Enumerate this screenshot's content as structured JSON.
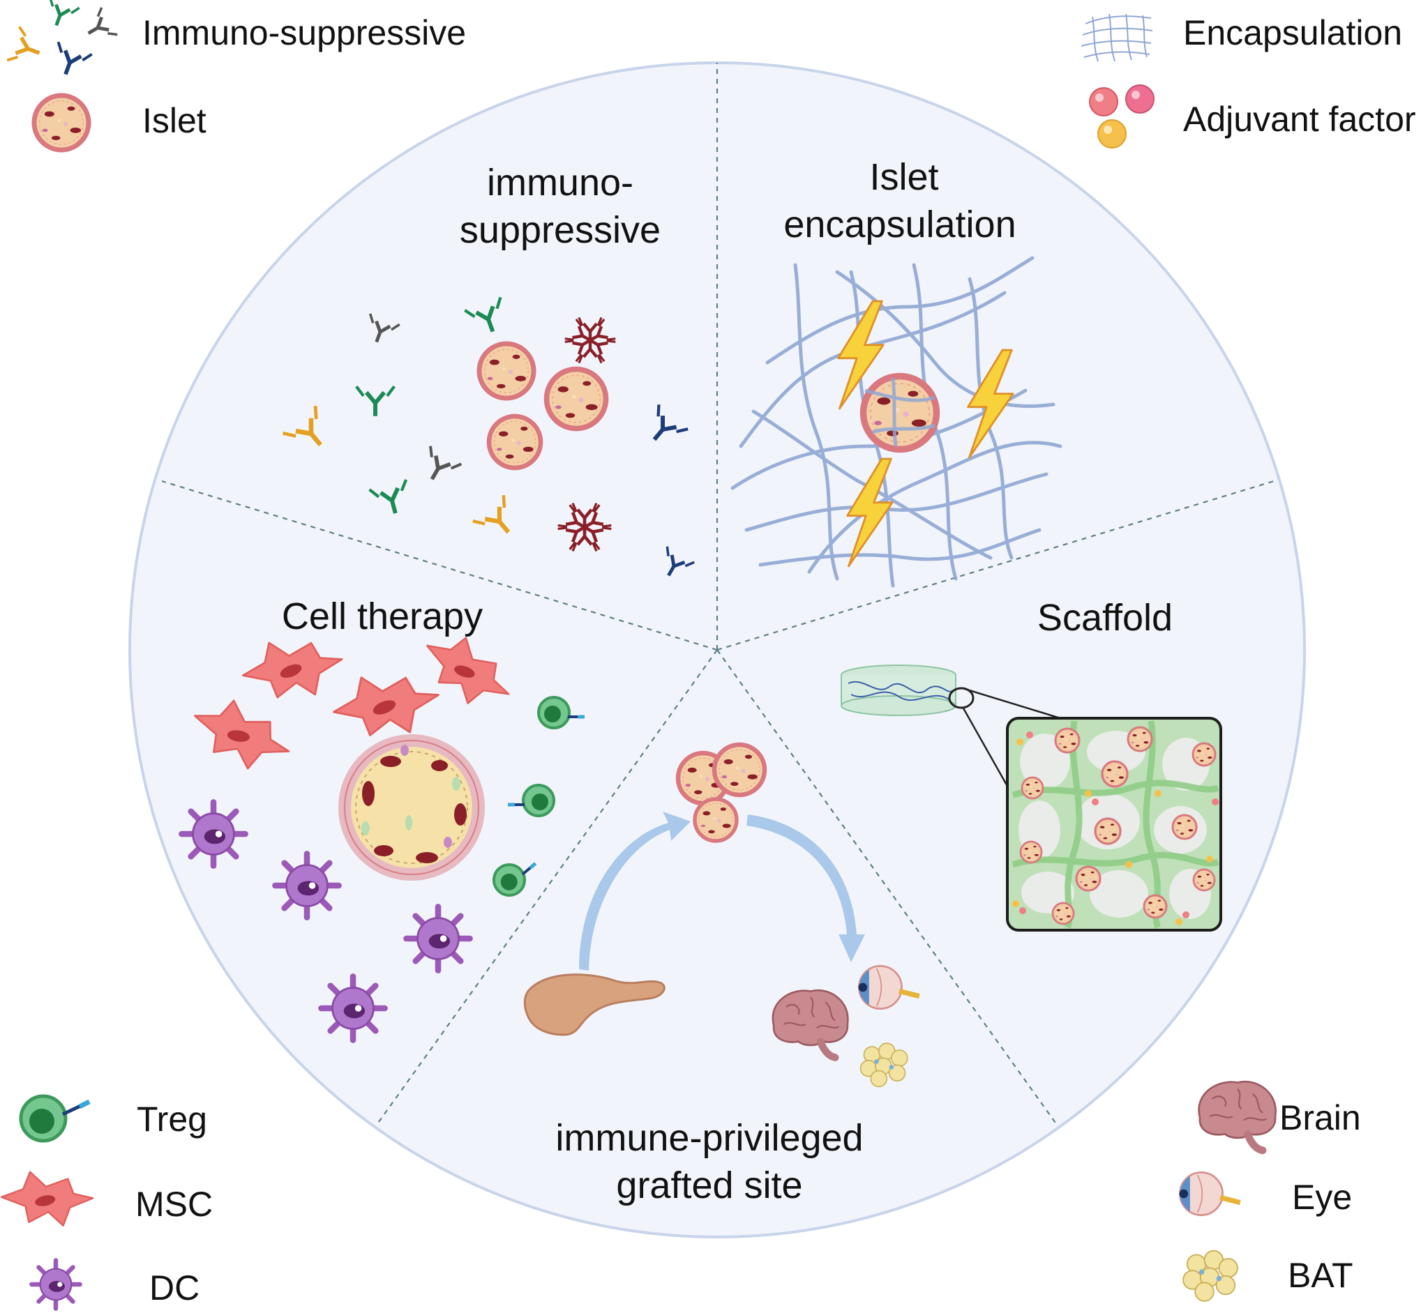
{
  "colors": {
    "wheel_fill": "#f1f5fb",
    "wheel_stroke": "#c7d4ea",
    "divider": "#5c7f86",
    "islet": "#f4cfa6",
    "islet_rim": "#d9787e",
    "msc": "#f07d7b",
    "treg": "#4caf70",
    "dc": "#9b5ab8",
    "fiber": "#8fa7d4",
    "bolt": "#f7d23a",
    "arrow": "#a9c8ea",
    "scaffold_gel": "#bfe0b8"
  },
  "legend_top_left": [
    {
      "icon": "antibody-cluster-icon",
      "label": "Immuno-suppressive"
    },
    {
      "icon": "islet-icon",
      "label": "Islet"
    }
  ],
  "legend_top_right": [
    {
      "icon": "mesh-icon",
      "label": "Encapsulation"
    },
    {
      "icon": "beads-icon",
      "label": "Adjuvant factor"
    }
  ],
  "legend_bottom_left": [
    {
      "icon": "treg-icon",
      "label": "Treg"
    },
    {
      "icon": "msc-icon",
      "label": "MSC"
    },
    {
      "icon": "dc-icon",
      "label": "DC"
    }
  ],
  "legend_bottom_right": [
    {
      "icon": "brain-icon",
      "label": "Brain"
    },
    {
      "icon": "eye-icon",
      "label": "Eye"
    },
    {
      "icon": "bat-icon",
      "label": "BAT"
    }
  ],
  "sections": {
    "immuno": {
      "line1": "immuno-",
      "line2": "suppressive"
    },
    "encapsulation": {
      "line1": "Islet",
      "line2": "encapsulation"
    },
    "scaffold": {
      "title": "Scaffold"
    },
    "cell_therapy": {
      "title": "Cell therapy"
    },
    "graft": {
      "line1": "immune-privileged",
      "line2": "grafted site"
    }
  }
}
